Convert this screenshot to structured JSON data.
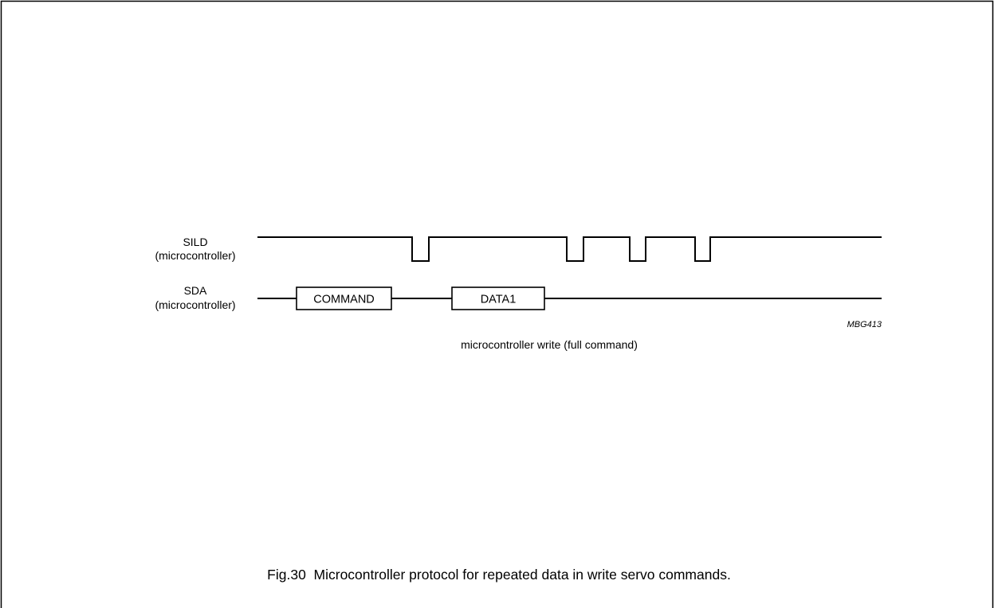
{
  "signals": {
    "sild": {
      "name": "SILD",
      "source": "(microcontroller)"
    },
    "sda": {
      "name": "SDA",
      "source": "(microcontroller)",
      "fields": [
        "COMMAND",
        "DATA1"
      ]
    }
  },
  "figure_code": "MBG413",
  "subtitle": "microcontroller write (full command)",
  "caption": "Fig.30  Microcontroller protocol for repeated data in write servo commands."
}
